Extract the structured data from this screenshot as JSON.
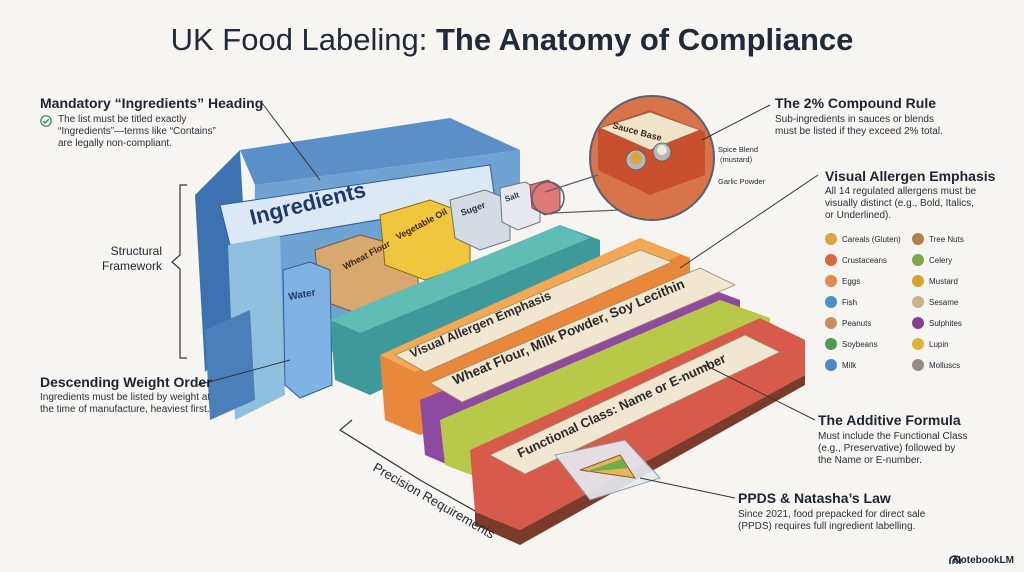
{
  "title": {
    "regular": "UK Food Labeling: ",
    "bold": "The Anatomy of Compliance"
  },
  "callouts": {
    "mandatory": {
      "heading": "Mandatory “Ingredients” Heading",
      "lines": [
        "The list must be titled exactly",
        "“Ingredients”—terms like “Contains”",
        "are legally non-compliant."
      ]
    },
    "structural": {
      "lines": [
        "Structural",
        "Framework"
      ]
    },
    "descending": {
      "heading": "Descending Weight Order",
      "lines": [
        "Ingredients must be listed by weight at",
        "the time of manufacture, heaviest first."
      ]
    },
    "compound": {
      "heading": "The 2% Compound Rule",
      "lines": [
        "Sub-ingredients in sauces or blends",
        "must be listed if they exceed 2% total."
      ]
    },
    "visual": {
      "heading": "Visual Allergen Emphasis",
      "lines": [
        "All 14 regulated allergens must be",
        "visually distinct (e.g., Bold, Italics,",
        "or Underlined)."
      ]
    },
    "additive": {
      "heading": "The Additive Formula",
      "lines": [
        "Must include the Functional Class",
        "(e.g., Preservative) followed by",
        "the Name or E-number."
      ]
    },
    "ppds": {
      "heading": "PPDS & Natasha’s Law",
      "lines": [
        "Since 2021, food prepacked for direct sale",
        "(PPDS) requires full ingredient labelling."
      ]
    },
    "precision": "Precision Requirements"
  },
  "allergens": {
    "left": [
      "Careals (Gluten)",
      "Crustaceans",
      "Eggs",
      "Fish",
      "Peanuts",
      "Soybeans",
      "Milk"
    ],
    "right": [
      "Tree Nuts",
      "Celery",
      "Mustard",
      "Sesame",
      "Sulphites",
      "Lupin",
      "Molluscs"
    ],
    "left_colors": [
      "#d9a441",
      "#e0653f",
      "#e6884a",
      "#4a8fc7",
      "#c98e5a",
      "#4f9a57",
      "#4b86c5"
    ],
    "right_colors": [
      "#b3804a",
      "#7aa84a",
      "#d4a52c",
      "#c7b48f",
      "#8a3f8e",
      "#e0b23a",
      "#9a8a80"
    ]
  },
  "diagram": {
    "ingredients_label": "Ingredients",
    "boxes": [
      "Wheat Flour",
      "Vegetable Oil",
      "Suger",
      "Salt",
      "Water"
    ],
    "layer_visual": "Visual Allergen Emphasis",
    "layer_wheat": "Wheat Flour, Milk Powder, Soy Lecithin",
    "layer_functional": "Functional Class: Name or E-number",
    "sauce_base": "Sauce Base",
    "spice_blend": [
      "Spice Blend",
      "(mustard)"
    ],
    "garlic_powder": "Garlic Powder"
  },
  "brand": "NotebookLM"
}
